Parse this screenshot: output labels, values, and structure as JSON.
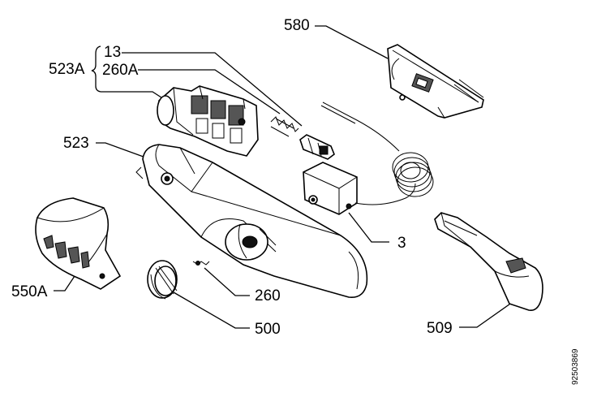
{
  "labels": {
    "l580": "580",
    "l523a": "523A",
    "l13": "13",
    "l260a": "260A",
    "l523": "523",
    "l3": "3",
    "l550a": "550A",
    "l260": "260",
    "l500": "500",
    "l509": "509"
  },
  "reference_number": "92503869"
}
